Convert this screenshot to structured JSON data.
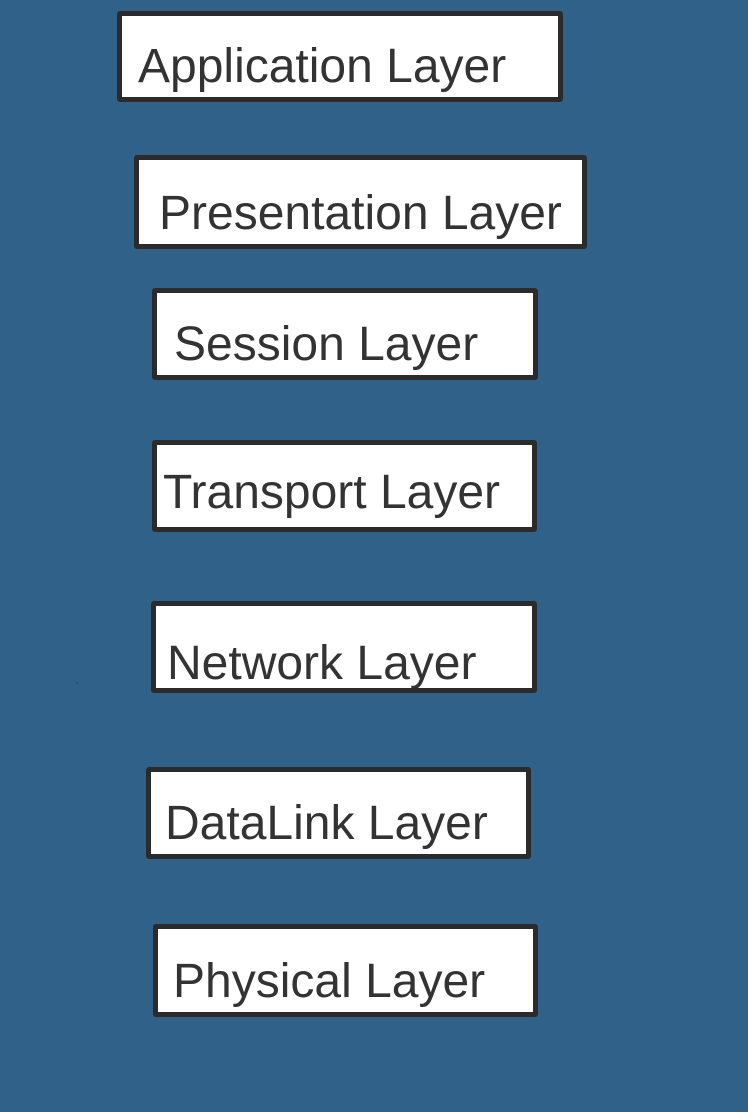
{
  "diagram": {
    "layers": [
      {
        "id": "application",
        "label": "Application Layer"
      },
      {
        "id": "presentation",
        "label": "Presentation Layer"
      },
      {
        "id": "session",
        "label": "Session Layer"
      },
      {
        "id": "transport",
        "label": "Transport Layer"
      },
      {
        "id": "network",
        "label": "Network Layer"
      },
      {
        "id": "datalink",
        "label": "DataLink Layer"
      },
      {
        "id": "physical",
        "label": "Physical Layer"
      }
    ]
  },
  "colors": {
    "background": "#306289",
    "box_fill": "#ffffff",
    "box_border": "#2b2b2b",
    "text": "#333333"
  }
}
